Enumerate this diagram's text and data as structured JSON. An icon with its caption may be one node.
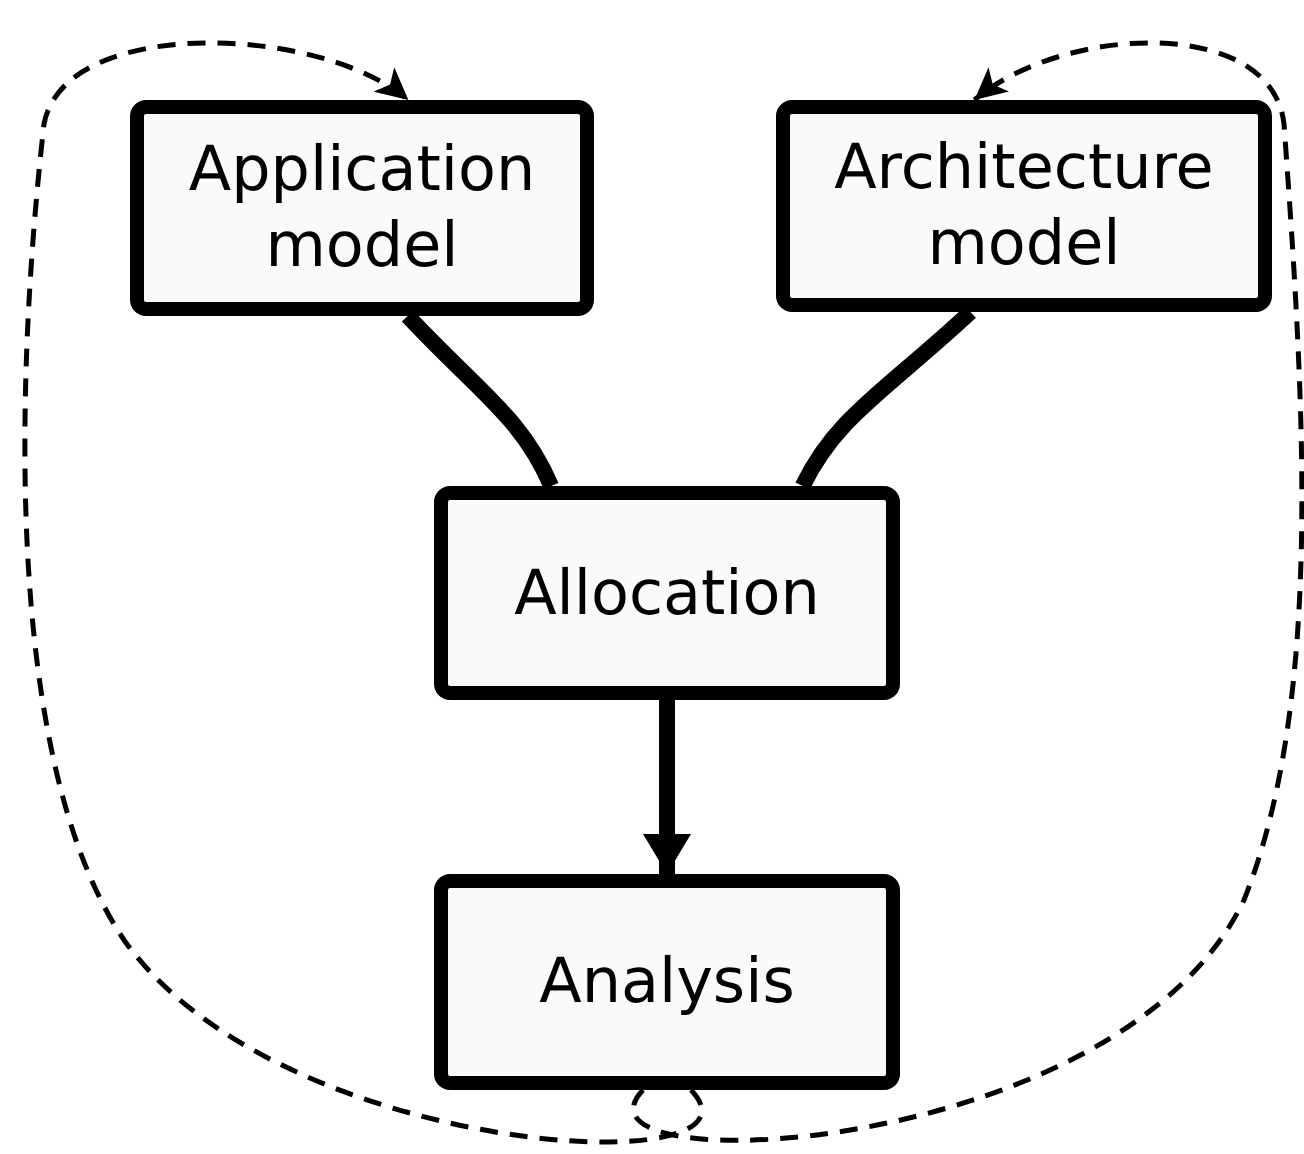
{
  "diagram": {
    "nodes": [
      {
        "text": [
          "Application model"
        ]
      },
      {
        "text": [
          "Architecture model"
        ]
      },
      {
        "text": [
          "Allocation"
        ]
      },
      {
        "text": [
          "Analysis"
        ]
      }
    ],
    "edges": [
      {
        "from": 0,
        "to": 2,
        "arrow": "none"
      },
      {
        "from": 1,
        "to": 2,
        "arrow": "none"
      },
      {
        "from": 2,
        "to": 3,
        "arrow": "to"
      },
      {
        "from": 3,
        "to": 0,
        "arrow": "to",
        "style": "dashed"
      },
      {
        "from": 3,
        "to": 1,
        "arrow": "to",
        "style": "dashed"
      }
    ]
  }
}
